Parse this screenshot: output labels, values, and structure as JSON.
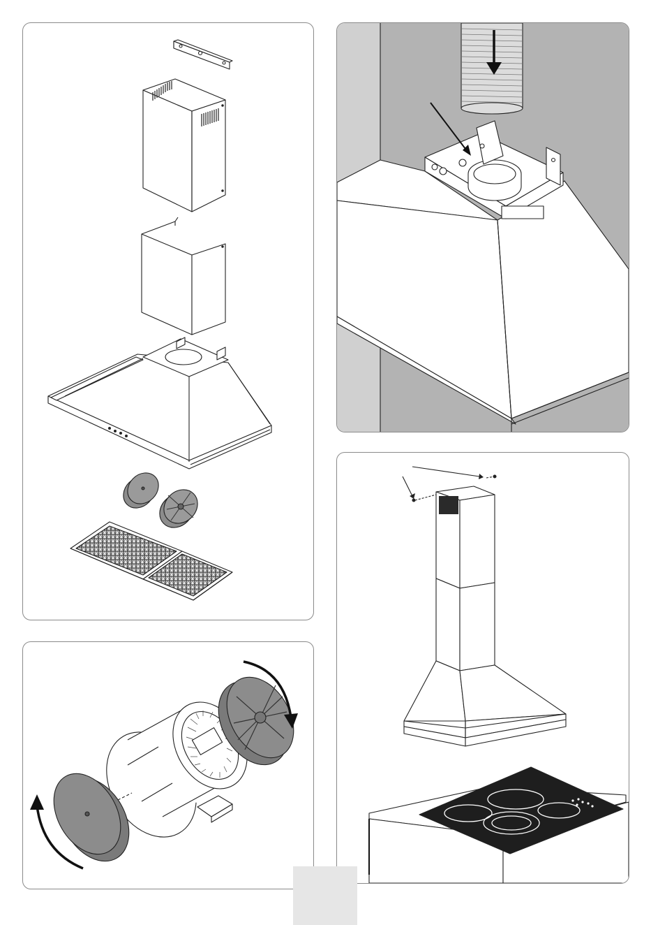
{
  "page": {
    "page_number": ""
  },
  "panels": [
    {
      "id": "components",
      "depicts": [
        "wall-bracket-icon",
        "upper-chimney-icon",
        "lower-chimney-icon",
        "hood-body-icon",
        "carbon-filter-icon",
        "grease-filter-icon"
      ]
    },
    {
      "id": "duct-installation",
      "depicts": [
        "flexible-duct-icon",
        "down-arrow-icon",
        "pointer-arrow-icon",
        "hood-body-icon"
      ]
    },
    {
      "id": "carbon-filter-fitting",
      "depicts": [
        "motor-housing-icon",
        "carbon-filter-icon",
        "rotate-clockwise-arrow-icon",
        "rotate-counterclockwise-arrow-icon"
      ]
    },
    {
      "id": "chimney-screw-fixing",
      "depicts": [
        "screw-icon",
        "chimney-icon",
        "hood-body-icon",
        "hob-icon"
      ]
    }
  ],
  "colors": {
    "line": "#222222",
    "wall": "#b3b3b3",
    "wall_side": "#d0d0d0",
    "filter_grey": "#8c8c8c",
    "hob_black": "#1e1e1e"
  }
}
